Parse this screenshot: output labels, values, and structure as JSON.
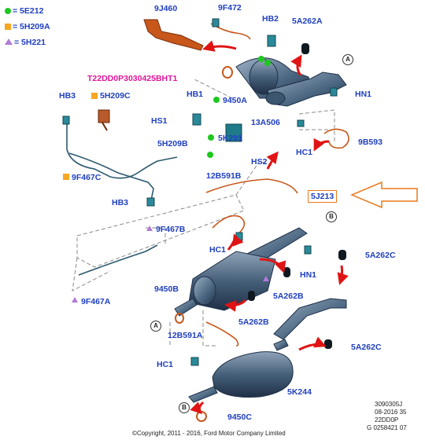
{
  "legend": [
    {
      "kind": "dot",
      "code": "= 5E212"
    },
    {
      "kind": "square",
      "code": "= 5H209A"
    },
    {
      "kind": "triangle",
      "code": "= 5H221"
    }
  ],
  "labels": {
    "l9J460": "9J460",
    "l9F472": "9F472",
    "lHB2": "HB2",
    "l5A262A": "5A262A",
    "lTcode": "T22DD0P3030425BHT1",
    "l9450A": "9450A",
    "lHB1": "HB1",
    "lHN1a": "HN1",
    "lHB3a": "HB3",
    "l5H209C": "5H209C",
    "lHS1": "HS1",
    "l13A506": "13A506",
    "l5K291": "5K291",
    "l9B593": "9B593",
    "lHC1a": "HC1",
    "l5H209B": "5H209B",
    "lHS2": "HS2",
    "l12B591B": "12B591B",
    "l9F467C": "9F467C",
    "l5J213": "5J213",
    "lHB3b": "HB3",
    "l9F467B": "9F467B",
    "lHC1b": "HC1",
    "lHN1b": "HN1",
    "l5A262C1": "5A262C",
    "l9F467A": "9F467A",
    "l9450B": "9450B",
    "l5A262B1": "5A262B",
    "l5A262B2": "5A262B",
    "l12B591A": "12B591A",
    "l5A262C2": "5A262C",
    "lHC1c": "HC1",
    "l5K244": "5K244",
    "l9450C": "9450C",
    "calloutA1": "A",
    "calloutB1": "B",
    "calloutA2": "A",
    "calloutB2": "B"
  },
  "footer": {
    "ref1": "3090305J",
    "ref2": "08-2016 35",
    "ref3": "22DD0P",
    "ref4": "G 0258421 07",
    "copyright": "©Copyright, 2011 - 2016, Ford Motor Company Limited"
  },
  "colors": {
    "label": "#1f3fbf",
    "dot": "#1ec81e",
    "square": "#f5a623",
    "triangle": "#b07ad8",
    "arrow": "#e01414",
    "highlight": "#e87a1c",
    "pipe": "#2f4a66"
  }
}
